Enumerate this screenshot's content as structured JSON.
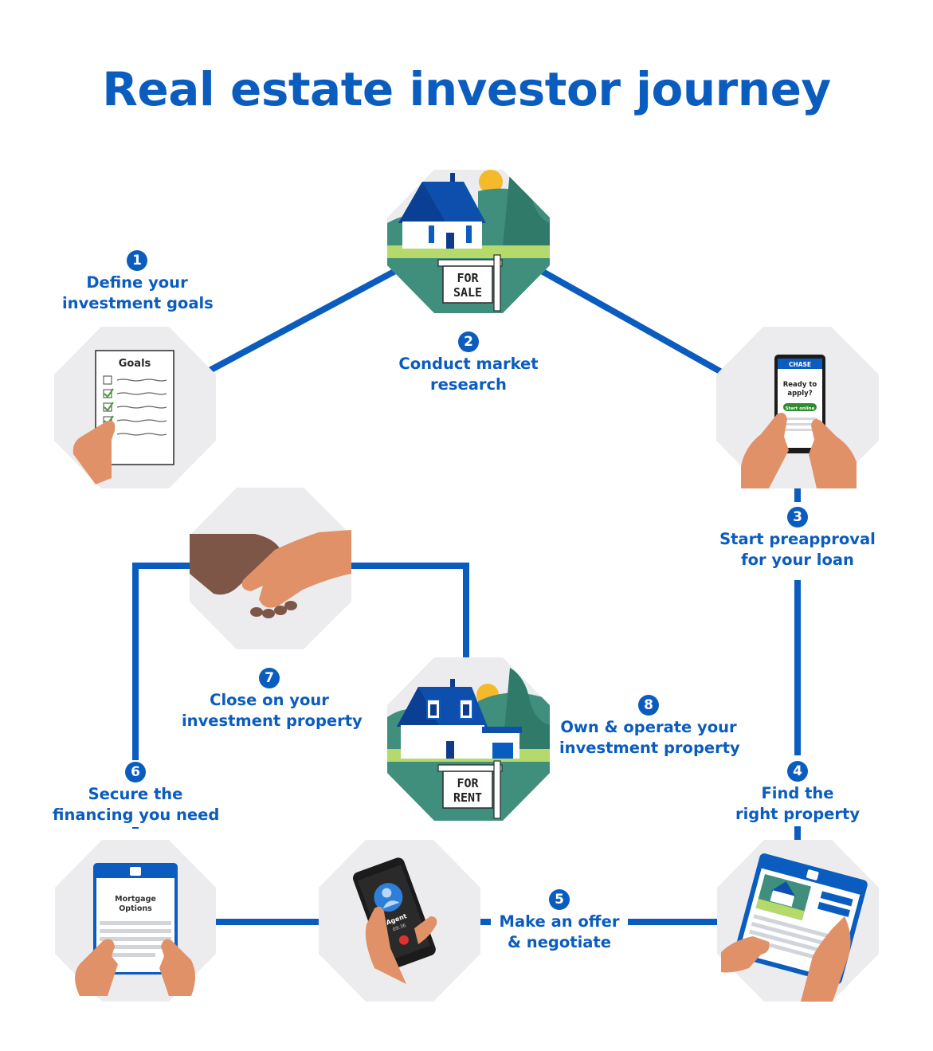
{
  "title": "Real estate investor journey",
  "steps": [
    {
      "number": "1",
      "line1": "Define your",
      "line2": "investment goals"
    },
    {
      "number": "2",
      "line1": "Conduct market",
      "line2": "research"
    },
    {
      "number": "3",
      "line1": "Start preapproval",
      "line2": "for your loan"
    },
    {
      "number": "4",
      "line1": "Find the",
      "line2": "right property"
    },
    {
      "number": "5",
      "line1": "Make an offer",
      "line2": "& negotiate"
    },
    {
      "number": "6",
      "line1": "Secure the",
      "line2": "financing you need"
    },
    {
      "number": "7",
      "line1": "Close on your",
      "line2": "investment property"
    },
    {
      "number": "8",
      "line1": "Own & operate your",
      "line2": "investment property"
    }
  ],
  "illustrations": {
    "goals": {
      "icon": "checklist-icon",
      "heading": "Goals"
    },
    "for_sale": {
      "icon": "house-for-sale-icon",
      "sign_line1": "FOR",
      "sign_line2": "SALE"
    },
    "preapproval": {
      "icon": "phone-app-icon",
      "brand": "CHASE",
      "prompt_line1": "Ready to",
      "prompt_line2": "apply?",
      "button": "Start online"
    },
    "handshake": {
      "icon": "handshake-icon"
    },
    "for_rent": {
      "icon": "house-for-rent-icon",
      "sign_line1": "FOR",
      "sign_line2": "RENT"
    },
    "agent_call": {
      "icon": "phone-call-icon",
      "caller": "Agent",
      "duration": "09:36"
    },
    "mortgage": {
      "icon": "tablet-document-icon",
      "heading_line1": "Mortgage",
      "heading_line2": "Options"
    },
    "listing": {
      "icon": "tablet-listing-icon"
    }
  },
  "colors": {
    "brand_blue": "#0a5cbf",
    "octagon_bg": "#ececee",
    "green_dark": "#3f8f7c",
    "green_light": "#b5d96a",
    "sun": "#f5b92c",
    "skin": "#e09167",
    "skin_dark": "#7d5648"
  }
}
